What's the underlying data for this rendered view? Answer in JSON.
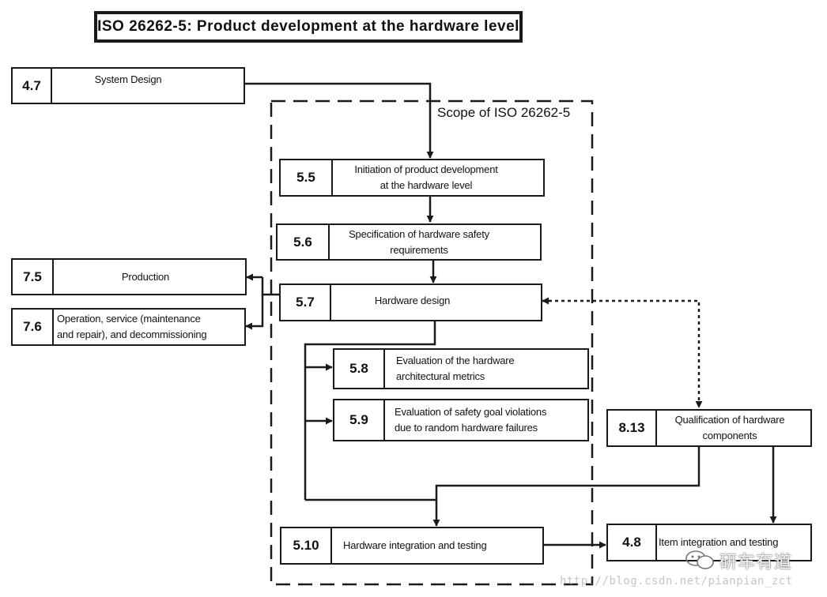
{
  "title": "ISO 26262-5:  Product development at the hardware level",
  "scope_label": "Scope of ISO 26262-5",
  "boxes": {
    "b47": {
      "num": "4.7",
      "lines": [
        "System Design"
      ]
    },
    "b55": {
      "num": "5.5",
      "lines": [
        "Initiation  of product development",
        "at the hardware level"
      ]
    },
    "b56": {
      "num": "5.6",
      "lines": [
        "Specification of hardware safety",
        "requirements"
      ]
    },
    "b75": {
      "num": "7.5",
      "lines": [
        "Production"
      ]
    },
    "b57": {
      "num": "5.7",
      "lines": [
        "Hardware design"
      ]
    },
    "b76": {
      "num": "7.6",
      "lines": [
        "Operation, service (maintenance",
        "and repair), and decommissioning"
      ]
    },
    "b58": {
      "num": "5.8",
      "lines": [
        "Evaluation of the hardware",
        "architectural metrics"
      ]
    },
    "b59": {
      "num": "5.9",
      "lines": [
        "Evaluation  of safety goal violations",
        "due to random hardware failures"
      ]
    },
    "b813": {
      "num": "8.13",
      "lines": [
        "Qualification of hardware",
        "components"
      ]
    },
    "b510": {
      "num": "5.10",
      "lines": [
        "Hardware integration and testing"
      ]
    },
    "b48": {
      "num": "4.8",
      "lines": [
        "Item integration and testing"
      ]
    }
  },
  "watermark": {
    "name": "研车有道",
    "url": "http://blog.csdn.net/pianpian_zct",
    "icon": "wechat-icon"
  }
}
